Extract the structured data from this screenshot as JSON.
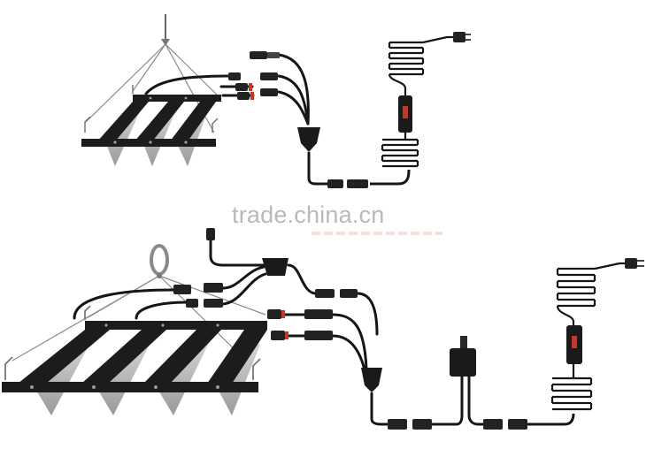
{
  "watermark": {
    "text": "trade.china.cn"
  },
  "colors": {
    "cable": "#151515",
    "wire": "#8a8a8a",
    "light_bar": "#1c1c1c",
    "lamp": "#bfbfbf",
    "connector_accent": "#c0392b"
  },
  "figures": [
    {
      "id": "top-fixture",
      "bars": 3,
      "branch_cables": 3
    },
    {
      "id": "bottom-fixture",
      "bars": 4,
      "branch_cables": 4
    }
  ]
}
